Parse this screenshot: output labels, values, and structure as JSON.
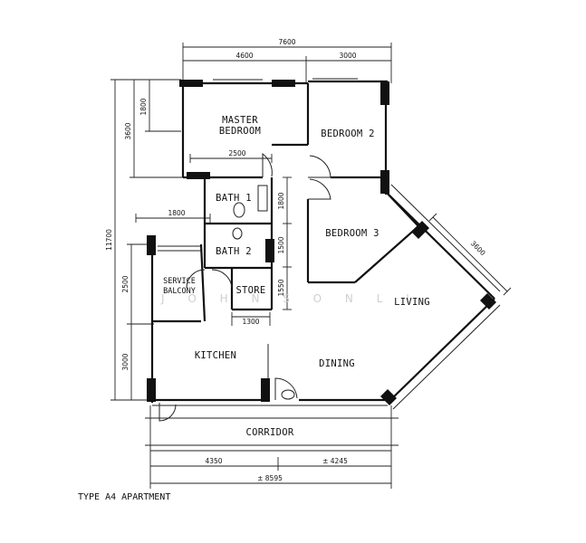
{
  "rooms": {
    "master_bedroom_line1": "MASTER",
    "master_bedroom_line2": "BEDROOM",
    "bedroom2": "BEDROOM 2",
    "bedroom3": "BEDROOM 3",
    "bath1": "BATH 1",
    "bath2": "BATH 2",
    "service_balcony_line1": "SERVICE",
    "service_balcony_line2": "BALCONY",
    "store": "STORE",
    "kitchen": "KITCHEN",
    "dining": "DINING",
    "living": "LIVING",
    "corridor": "CORRIDOR"
  },
  "dimensions": {
    "top_total": "7600",
    "top_left": "4600",
    "top_right": "3000",
    "left_total": "11700",
    "left_upper": "3600",
    "left_master": "1800",
    "left_middle": "2500",
    "left_lower": "3000",
    "master_width": "2500",
    "service_width": "1800",
    "bath1_height": "1800",
    "bath2_height": "1500",
    "store_height": "1550",
    "store_width": "1300",
    "living_diag": "3600",
    "bottom_left": "4350",
    "bottom_right": "± 4245",
    "bottom_total": "± 8595"
  },
  "watermark": "J O H N S O N   L I",
  "caption": "TYPE A4 APARTMENT"
}
